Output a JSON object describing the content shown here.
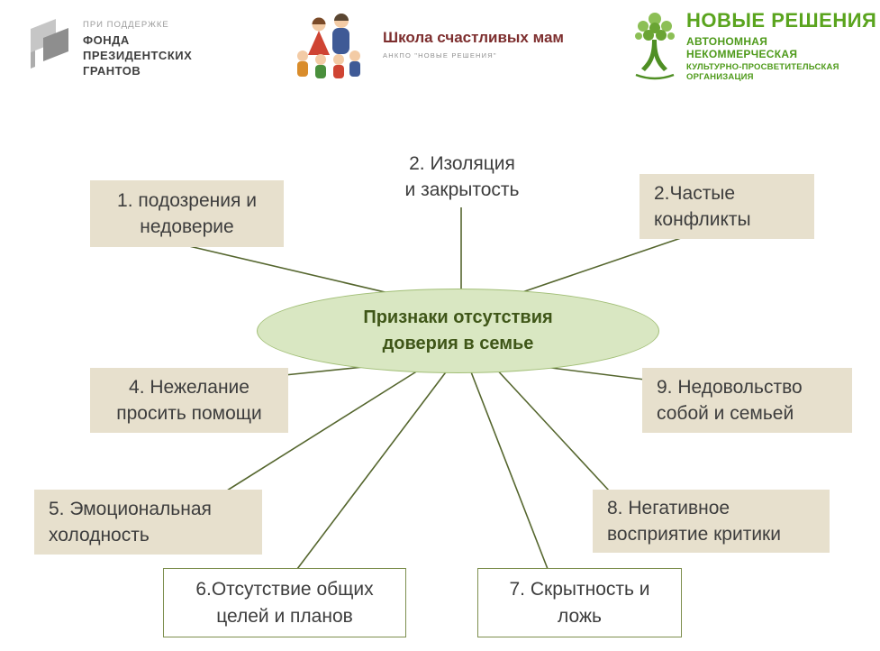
{
  "header": {
    "grants": {
      "support_line": "ПРИ ПОДДЕРЖКЕ",
      "name": "ФОНДА\nПРЕЗИДЕНТСКИХ\nГРАНТОВ"
    },
    "school": {
      "title": "Школа счастливых мам",
      "subtitle": "АНКПО \"НОВЫЕ РЕШЕНИЯ\""
    },
    "org": {
      "title": "НОВЫЕ РЕШЕНИЯ",
      "line1": "АВТОНОМНАЯ НЕКОММЕРЧЕСКАЯ",
      "line2": "КУЛЬТУРНО-ПРОСВЕТИТЕЛЬСКАЯ ОРГАНИЗАЦИЯ"
    }
  },
  "diagram": {
    "center_label": "Признаки отсутствия\nдоверия в семье",
    "nodes": [
      {
        "label": "1. подозрения и\nнедоверие"
      },
      {
        "label": "2. Изоляция\nи закрытость"
      },
      {
        "label": "2.Частые\nконфликты"
      },
      {
        "label": "4. Нежелание\nпросить помощи"
      },
      {
        "label": "9. Недовольство\nсобой и семьей"
      },
      {
        "label": "5. Эмоциональная\nхолодность"
      },
      {
        "label": "8. Негативное\nвосприятие критики"
      },
      {
        "label": "6.Отсутствие общих\nцелей и планов"
      },
      {
        "label": "7. Скрытность и\nложь"
      }
    ],
    "colors": {
      "box_fill": "#e7e0cd",
      "ellipse_fill": "#d9e7c2",
      "connector": "#55662e",
      "center_text": "#3f5618"
    }
  }
}
